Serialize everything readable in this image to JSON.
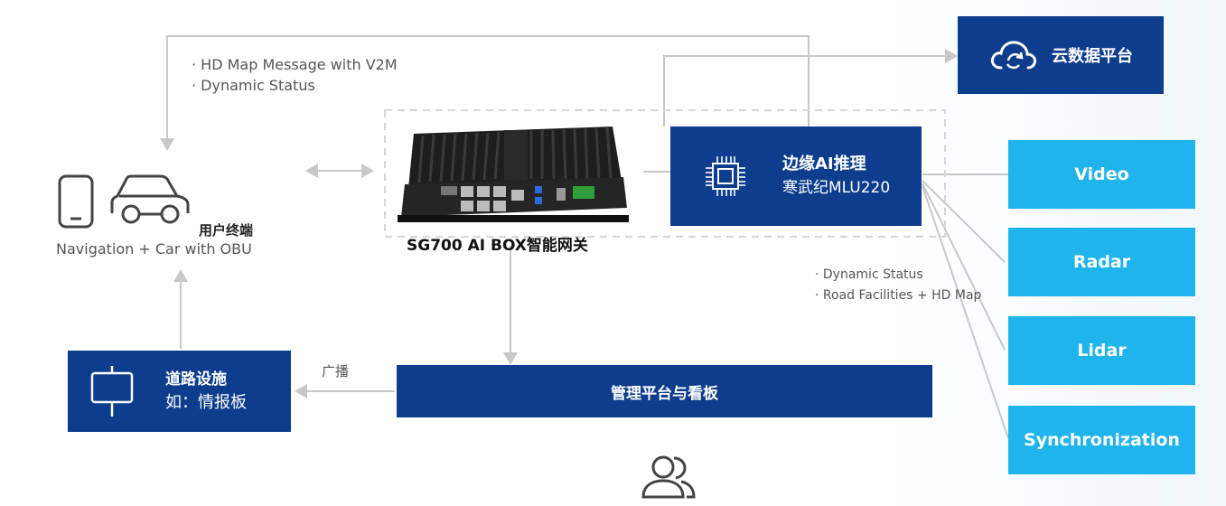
{
  "cloud": {
    "label": "云数据平台",
    "icon": "cloud-sync-icon"
  },
  "v2m": {
    "line1": "· HD Map Message with V2M",
    "line2": "· Dynamic Status"
  },
  "terminal": {
    "title": "用户终端",
    "subtitle": "Navigation + Car with OBU",
    "icons": [
      "phone-icon",
      "car-icon"
    ]
  },
  "gateway": {
    "label": "SG700 AI BOX智能网关"
  },
  "inference": {
    "title": "边缘AI推理",
    "subtitle": "寒武纪MLU220",
    "icon": "chip-icon"
  },
  "sensors": [
    "Video",
    "Radar",
    "Lidar",
    "Synchronization"
  ],
  "edge_status": {
    "line1": "· Dynamic Status",
    "line2": "· Road Facilities + HD Map"
  },
  "road": {
    "title": "道路设施",
    "subtitle": "如：情报板",
    "icon": "sign-board-icon"
  },
  "broadcast": {
    "label": "广播"
  },
  "management": {
    "label": "管理平台与看板"
  },
  "users": {
    "icon": "users-icon"
  },
  "colors": {
    "dark_blue": "#0d3d8c",
    "cyan": "#1fb4ec",
    "line_gray": "#c8c8c8"
  }
}
